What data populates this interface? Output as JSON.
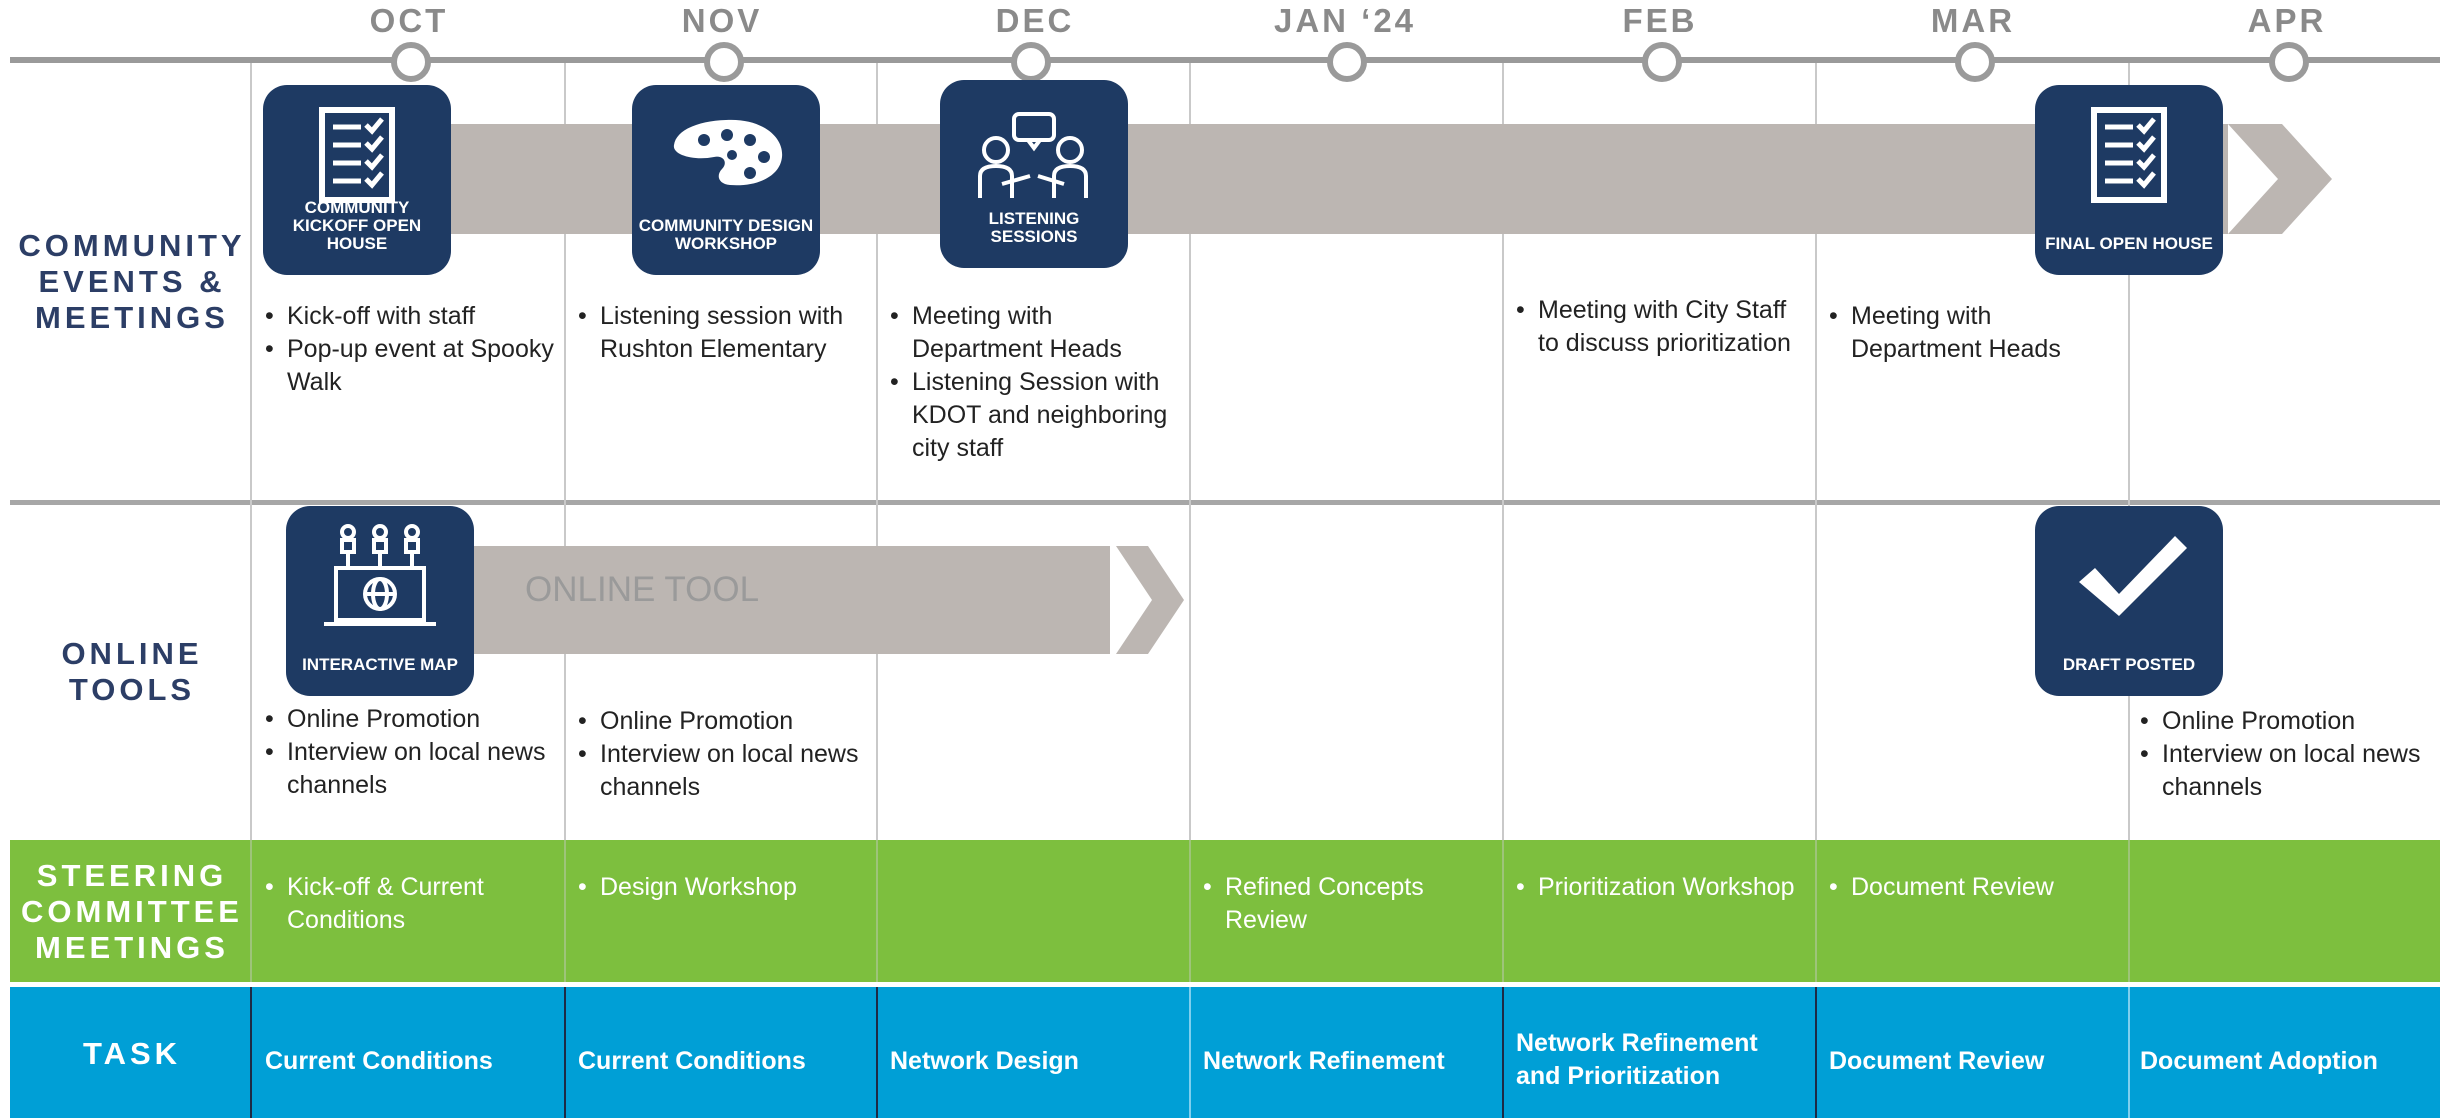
{
  "months": [
    "OCT",
    "NOV",
    "DEC",
    "JAN ‘24",
    "FEB",
    "MAR",
    "APR"
  ],
  "rows": {
    "community": "COMMUNITY EVENTS & MEETINGS",
    "online": "ONLINE TOOLS",
    "steering": "STEERING COMMITTEE MEETINGS",
    "task": "TASK"
  },
  "milestones": {
    "kickoff": "COMMUNITY KICKOFF OPEN HOUSE",
    "design": "COMMUNITY DESIGN WORKSHOP",
    "listening": "LISTENING SESSIONS",
    "final": "FINAL OPEN HOUSE",
    "map": "INTERACTIVE MAP",
    "draft": "DRAFT POSTED"
  },
  "online_tool_label": "ONLINE TOOL",
  "community_notes": {
    "oct": [
      "Kick-off with staff",
      "Pop-up event at Spooky Walk"
    ],
    "nov": [
      "Listening session with Rushton Elementary"
    ],
    "dec": [
      "Meeting with Department Heads",
      "Listening Session with KDOT and neighboring city staff"
    ],
    "feb": [
      "Meeting with City Staff to discuss prioritization"
    ],
    "mar": [
      "Meeting with Department Heads"
    ]
  },
  "online_notes": {
    "oct": [
      "Online Promotion",
      "Interview on local news channels"
    ],
    "nov": [
      "Online Promotion",
      "Interview on local news channels"
    ],
    "apr": [
      "Online Promotion",
      "Interview on local news channels"
    ]
  },
  "steering": {
    "oct": "Kick-off & Current Conditions",
    "nov": "Design Workshop",
    "jan": "Refined Concepts Review",
    "feb": "Prioritization Workshop",
    "mar": "Document Review"
  },
  "tasks": {
    "oct": "Current Conditions",
    "nov": "Current Conditions",
    "dec": "Network Design",
    "jan": "Network Refinement",
    "feb": "Network Refinement and Prioritization",
    "mar": "Document Review",
    "apr": "Document Adoption"
  },
  "colors": {
    "navy": "#1e3a63",
    "label_navy": "#2c3e66",
    "arrow_gray": "#bcb6b2",
    "green_band": "#7dbf3e",
    "blue_band": "#009fd6",
    "axis_gray": "#9a9a9a"
  }
}
